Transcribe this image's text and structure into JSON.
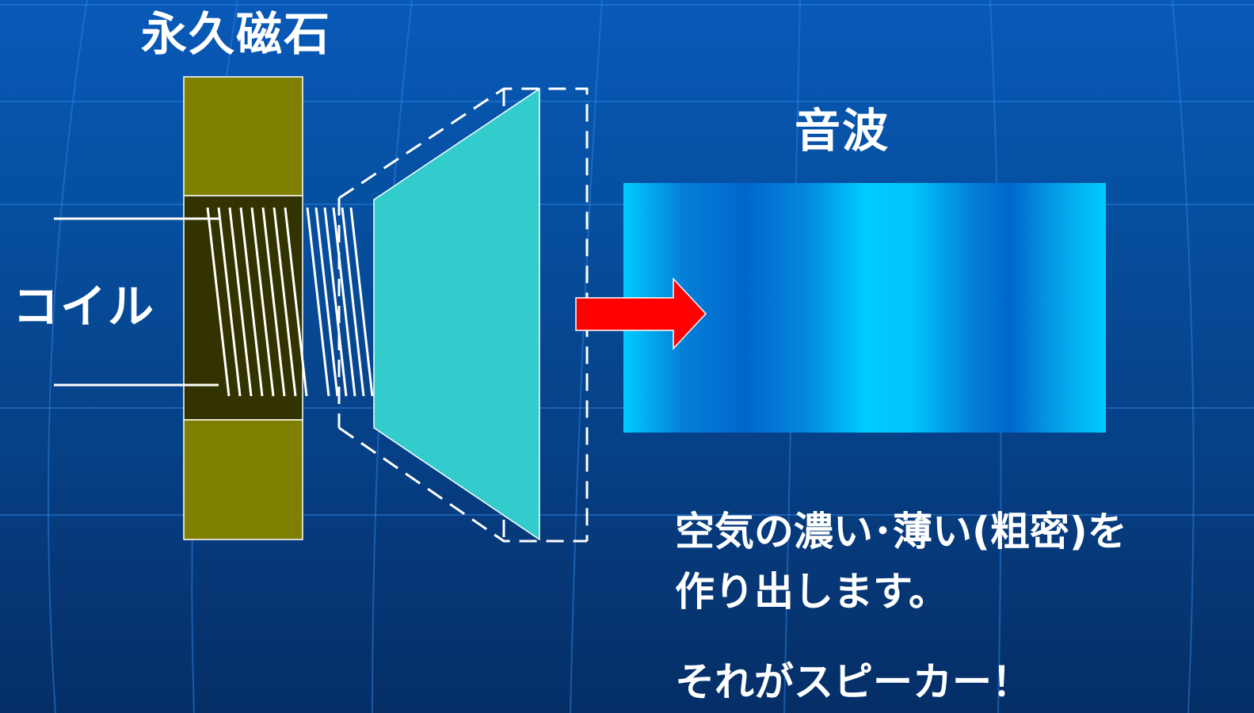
{
  "labels": {
    "magnet": "永久磁石",
    "coil": "コイル",
    "sound_wave": "音波"
  },
  "description": {
    "line1": "空気の濃い･薄い(粗密)を",
    "line2": "作り出します。",
    "line3": "それがスピーカー！"
  },
  "colors": {
    "background_top": "#0859b8",
    "background_bottom": "#052e66",
    "magnet": "#808000",
    "coil_core": "#333300",
    "cone": "#33cccc",
    "arrow": "#ff0000",
    "wave_dense": "#00ccff",
    "wave_sparse": "#0066cc",
    "coil_wire": "#ffffff"
  },
  "icons": {
    "arrow": "arrow-right-icon"
  }
}
